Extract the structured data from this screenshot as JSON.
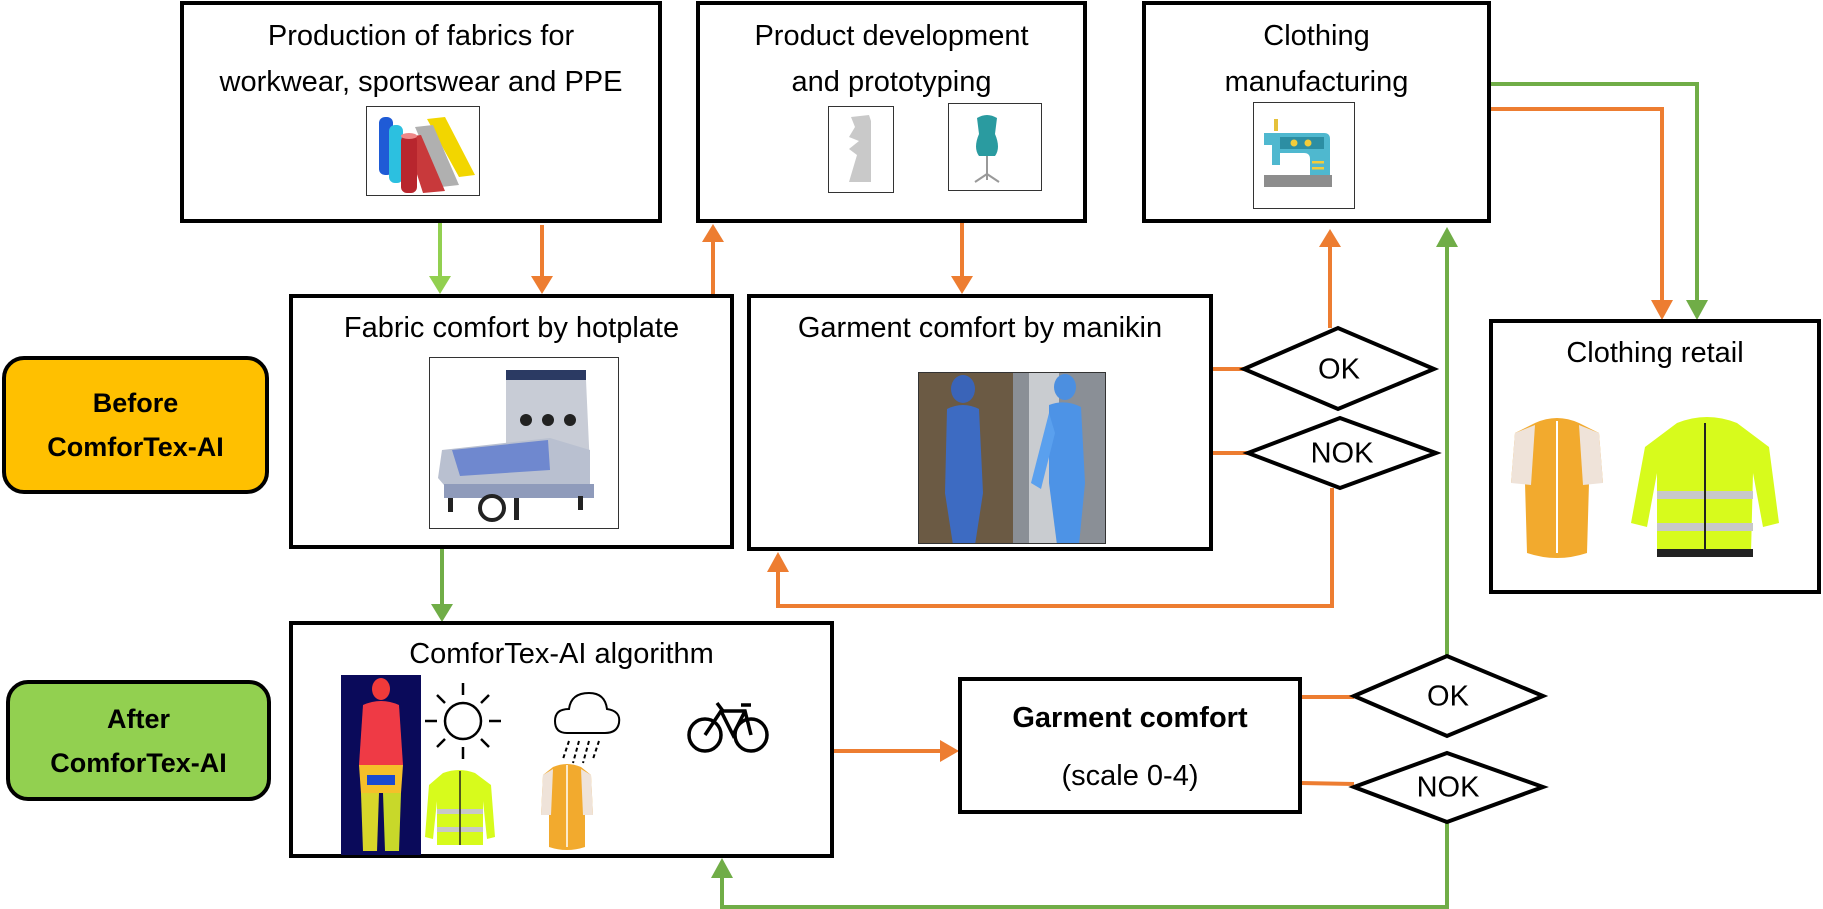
{
  "colors": {
    "orange": "#ED7D31",
    "green": "#70AD47",
    "light_green": "#92D050",
    "before_fill": "#FFC000",
    "after_fill": "#92D050"
  },
  "phases": {
    "before": {
      "line1": "Before",
      "line2": "ComforTex-AI"
    },
    "after": {
      "line1": "After",
      "line2": "ComforTex-AI"
    }
  },
  "boxes": {
    "fabrics": {
      "line1": "Production of fabrics for",
      "line2": "workwear, sportswear and PPE",
      "image": "fabric-rolls"
    },
    "product_dev": {
      "line1": "Product development",
      "line2": "and prototyping",
      "images": [
        "pattern-piece",
        "dress-form"
      ]
    },
    "manufacturing": {
      "line1": "Clothing",
      "line2": "manufacturing",
      "image": "sewing-machine"
    },
    "hotplate": {
      "title": "Fabric comfort by hotplate",
      "image": "sweating-guarded-hotplate"
    },
    "manikin": {
      "title": "Garment comfort  by manikin",
      "image": "thermal-manikins"
    },
    "retail": {
      "title": "Clothing retail",
      "images": [
        "cycling-jersey",
        "hi-vis-jacket"
      ]
    },
    "algorithm": {
      "title": "ComforTex-AI algorithm",
      "images": [
        "thermal-body-image",
        "sun",
        "rain-cloud",
        "bicycle",
        "hi-vis-jacket",
        "cycling-jersey"
      ]
    },
    "garment_comfort": {
      "line1": "Garment comfort",
      "line2": "(scale 0-4)"
    }
  },
  "decisions": {
    "manikin_ok": "OK",
    "manikin_nok": "NOK",
    "ai_ok": "OK",
    "ai_nok": "NOK"
  }
}
